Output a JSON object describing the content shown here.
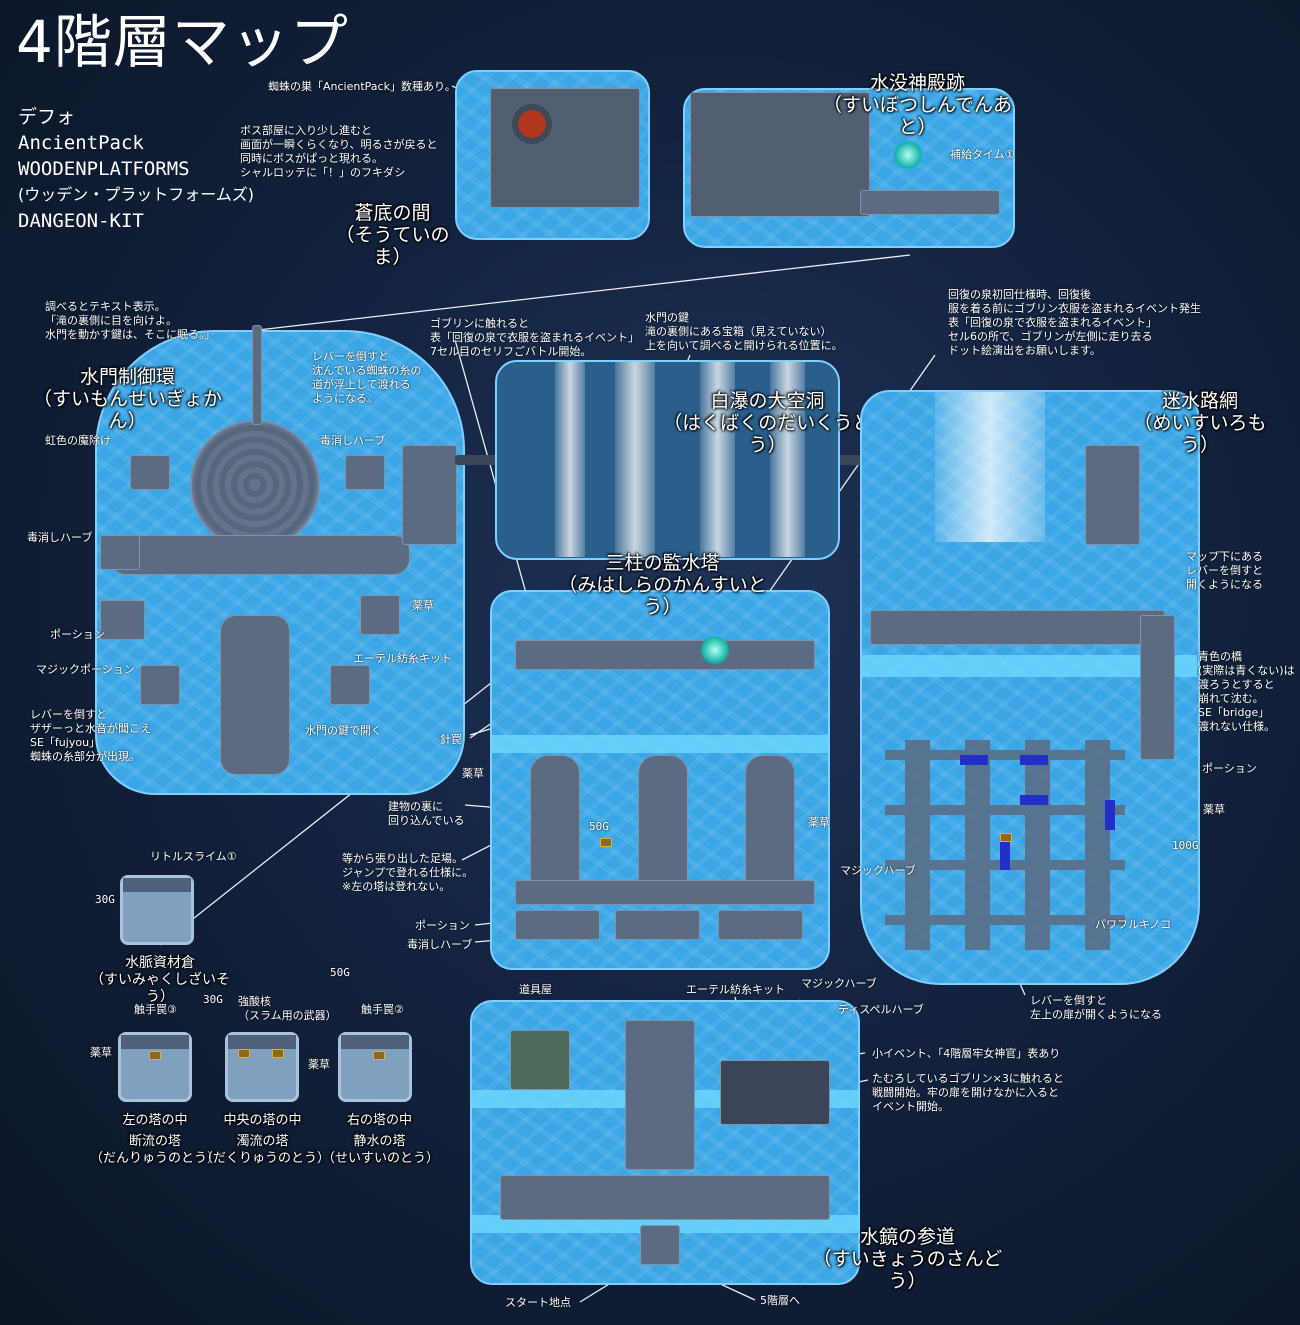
{
  "title": "4階層マップ",
  "credits": [
    "デフォ",
    "AncientPack",
    "WOODENPLATFORMS",
    "(ウッデン・プラットフォームズ)",
    "DANGEON-KIT"
  ],
  "areas": {
    "soutei": {
      "name": "蒼底の間",
      "reading": "（そうていのま）"
    },
    "suibotsu": {
      "name": "水没神殿跡",
      "reading": "（すいぼつしんでんあと）"
    },
    "suimon": {
      "name": "水門制御環",
      "reading": "（すいもんせいぎょかん）"
    },
    "hakubaku": {
      "name": "白瀑の大空洞",
      "reading": "（はくばくのだいくうどう）"
    },
    "meisui": {
      "name": "迷水路網",
      "reading": "（めいすいろもう）"
    },
    "mihashira": {
      "name": "三柱の監水塔",
      "reading": "（みはしらのかんすいとう）"
    },
    "suikyou": {
      "name": "水鏡の参道",
      "reading": "（すいきょうのさんどう）"
    },
    "suimyaku": {
      "name": "水脈資材倉",
      "reading": "（すいみゃくしざいそう）"
    },
    "danryu": {
      "sub": "左の塔の中",
      "name": "断流の塔",
      "reading": "（だんりゅうのとう）"
    },
    "dakuryu": {
      "sub": "中央の塔の中",
      "name": "濁流の塔",
      "reading": "（だくりゅうのとう）"
    },
    "seisui": {
      "sub": "右の塔の中",
      "name": "静水の塔",
      "reading": "（せいすいのとう）"
    }
  },
  "notes": {
    "spider_nest": "蜘蛛の巣「AncientPack」数種あり。",
    "boss": "ボス部屋に入り少し進むと\n画面が一瞬くらくなり、明るさが戻ると\n同時にボスがぱっと現れる。\nシャルロッテに「！」のフキダシ",
    "supply": "補給タイム①",
    "inspect": "調べるとテキスト表示。\n「滝の裏側に目を向けよ。\n水門を動かす鍵は、そこに眠る。」",
    "lever_spider": "レバーを倒すと\n沈んでいる蜘蛛の糸の\n道が浮上して渡れる\nようになる。",
    "goblin_touch": "ゴブリンに触れると\n表「回復の泉で衣服を盗まれるイベント」\n7セル目のセリフごバトル開始。",
    "gate_key": "水門の鍵\n滝の裏側にある宝箱（見えていない）\n上を向いて調べると開けられる位置に。",
    "spring": "回復の泉初回仕様時、回復後\n服を着る前にゴブリン衣服を盗まれるイベント発生\n表「回復の泉で衣服を盗まれるイベント」\nセル6の所で、ゴブリンが左側に走り去る\nドット絵演出をお願いします。",
    "rainbow": "虹色の魔除け",
    "antidote1": "毒消しハーブ",
    "antidote2": "毒消しハーブ",
    "herb1": "薬草",
    "potion1": "ポーション",
    "magic_potion": "マジックポーション",
    "ether1": "エーテル紡糸キット",
    "gate_open": "水門の鍵で開く",
    "lever_water": "レバーを倒すと\nザザーっと水音が聞こえ\nSE「fujyou」\n蜘蛛の糸部分が出現。",
    "needle": "針罠",
    "herb2": "薬草",
    "behind": "建物の裏に\n回り込んでいる",
    "scaffold": "等から張り出した足場。\nジャンプで登れる仕様に。\n※左の塔は登れない。",
    "gold50": "50G",
    "herb3": "薬草",
    "potion2": "ポーション",
    "antidote3": "毒消しハーブ",
    "map_lever": "マップ下にある\nレバーを倒すと\n開くようになる",
    "blue_bridge": "青色の橋\n(実際は青くない)は\n渡ろうとすると\n崩れて沈む。\nSE「bridge」\n渡れない仕様。",
    "potion3": "ポーション",
    "herb4": "薬草",
    "gold100": "100G",
    "magic_herb1": "マジックハーブ",
    "power_mushroom": "パワフルキノコ",
    "lever_door": "レバーを倒すと\n左上の扉が開くようになる",
    "little_slime": "リトルスライム①",
    "gold30a": "30G",
    "trap3": "触手罠③",
    "herb5": "薬草",
    "gold30b": "30G",
    "acid": "強酸核\n（スラム用の武器）",
    "gold50b": "50G",
    "trap2": "触手罠②",
    "herb6": "薬草",
    "shop": "道具屋",
    "ether2": "エーテル紡糸キット",
    "magic_herb2": "マジックハーブ",
    "dispel": "ディスペルハーブ",
    "small_event": "小イベント、「4階層牢女神官」表あり",
    "goblins3": "たむろしているゴブリン×3に触れると\n戦闘開始。牢の扉を開けなかに入ると\nイベント開始。",
    "start": "スタート地点",
    "floor5": "5階層へ"
  },
  "colors": {
    "water": "#3aa6e6",
    "stone": "#5b6b82",
    "background": "#13233f",
    "bridge_blue": "#2230c8"
  }
}
